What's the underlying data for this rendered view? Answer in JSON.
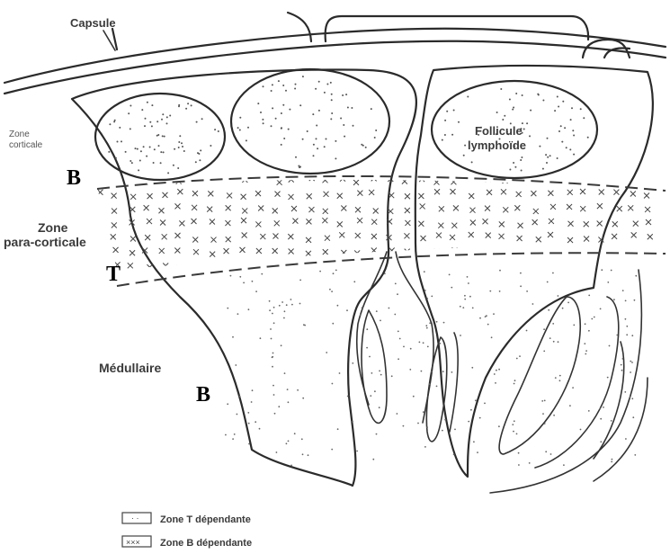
{
  "labels": {
    "capsule": "Capsule",
    "zone_corticale_1": "Zone",
    "zone_corticale_2": "corticale",
    "follicule_1": "Follicule",
    "follicule_2": "lymphoïde",
    "zone_para_1": "Zone",
    "zone_para_2": "para-corticale",
    "medullaire": "Médullaire",
    "marker_b_top": "B",
    "marker_t": "T",
    "marker_b_bottom": "B"
  },
  "legend": {
    "item_t": "Zone T dépendante",
    "item_b": "Zone B dépendante"
  }
}
